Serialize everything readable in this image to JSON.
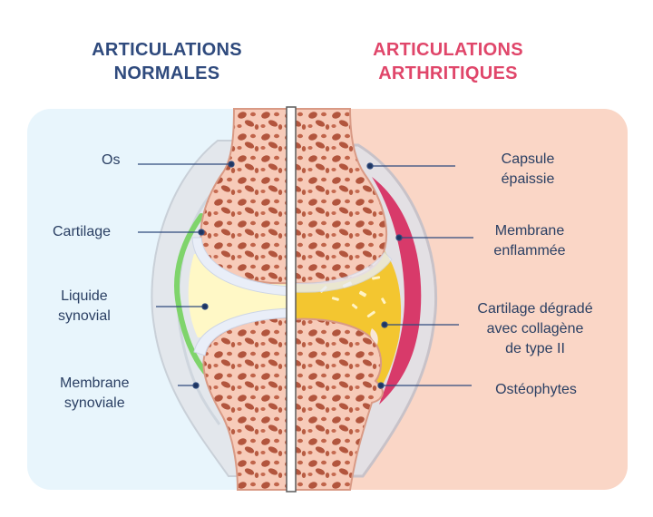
{
  "titles": {
    "normal": "ARTICULATIONS\nNORMALES",
    "arthritic": "ARTICULATIONS\nARTHRITIQUES"
  },
  "labels_left": {
    "os": "Os",
    "cartilage": "Cartilage",
    "liquide": "Liquide\nsynovial",
    "membrane": "Membrane\nsynoviale"
  },
  "labels_right": {
    "capsule": "Capsule\népaissie",
    "membrane_enflammee": "Membrane\nenflammée",
    "cartilage_degrade": "Cartilage dégradé\navec collagène\nde type II",
    "osteophytes": "Ostéophytes"
  },
  "colors": {
    "title_normal": "#2f4a7d",
    "title_arthritic": "#e0466a",
    "panel_left": "#e8f5fc",
    "panel_right": "#fad6c6",
    "bone_fill": "#f6c7b5",
    "bone_hole": "#b2553d",
    "cartilage_green": "#7fd46b",
    "synovial_fluid": "#fff8c6",
    "inflamed_membrane": "#d83a6a",
    "degraded_fluid": "#f3c630",
    "leader_line": "#2f4a7d"
  }
}
